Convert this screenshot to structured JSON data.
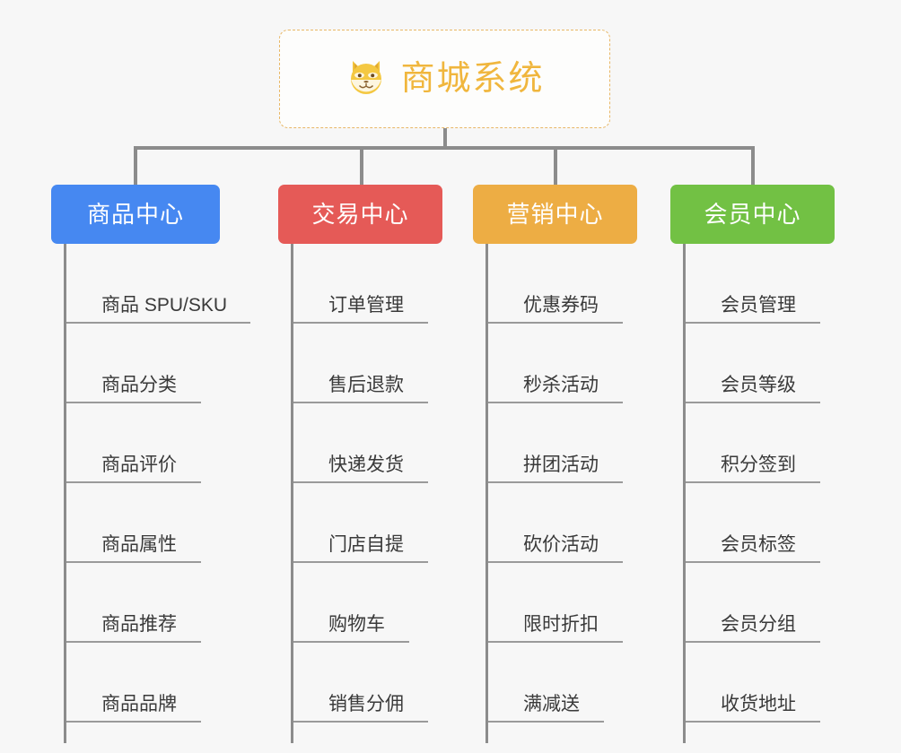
{
  "root": {
    "title": "商城系统",
    "icon": "shiba-dog-icon",
    "border_color": "#e8b766",
    "text_color": "#f0b63d",
    "background": "#fdfdfc"
  },
  "canvas": {
    "background": "#f7f7f7",
    "connector_color": "#8c8c8c"
  },
  "branches": [
    {
      "label": "商品中心",
      "color": "#4688f1",
      "items": [
        "商品 SPU/SKU",
        "商品分类",
        "商品评价",
        "商品属性",
        "商品推荐",
        "商品品牌"
      ]
    },
    {
      "label": "交易中心",
      "color": "#e55a57",
      "items": [
        "订单管理",
        "售后退款",
        "快递发货",
        "门店自提",
        "购物车",
        "销售分佣"
      ]
    },
    {
      "label": "营销中心",
      "color": "#edad44",
      "items": [
        "优惠券码",
        "秒杀活动",
        "拼团活动",
        "砍价活动",
        "限时折扣",
        "满减送"
      ]
    },
    {
      "label": "会员中心",
      "color": "#72c144",
      "items": [
        "会员管理",
        "会员等级",
        "积分签到",
        "会员标签",
        "会员分组",
        "收货地址"
      ]
    }
  ]
}
